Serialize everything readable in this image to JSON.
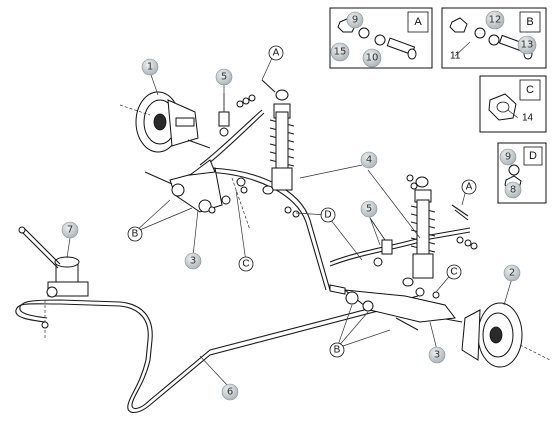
{
  "callouts": {
    "n1": "1",
    "n2": "2",
    "n3a": "3",
    "n3b": "3",
    "n4": "4",
    "n5a": "5",
    "n5b": "5",
    "n6": "6",
    "n7": "7",
    "n8": "8",
    "n9a": "9",
    "n9b": "9",
    "n10": "10",
    "n11": "11",
    "n12": "12",
    "n13": "13",
    "n14": "14",
    "n15": "15"
  },
  "letters": {
    "A": "A",
    "B": "B",
    "C": "C",
    "D": "D"
  },
  "insets": {
    "boxA": "A",
    "boxB": "B",
    "boxC": "C",
    "boxD": "D"
  },
  "colors": {
    "bubble_fill": "#c8cdd0",
    "bubble_stroke": "#8a9296",
    "line": "#1a1a1a"
  }
}
